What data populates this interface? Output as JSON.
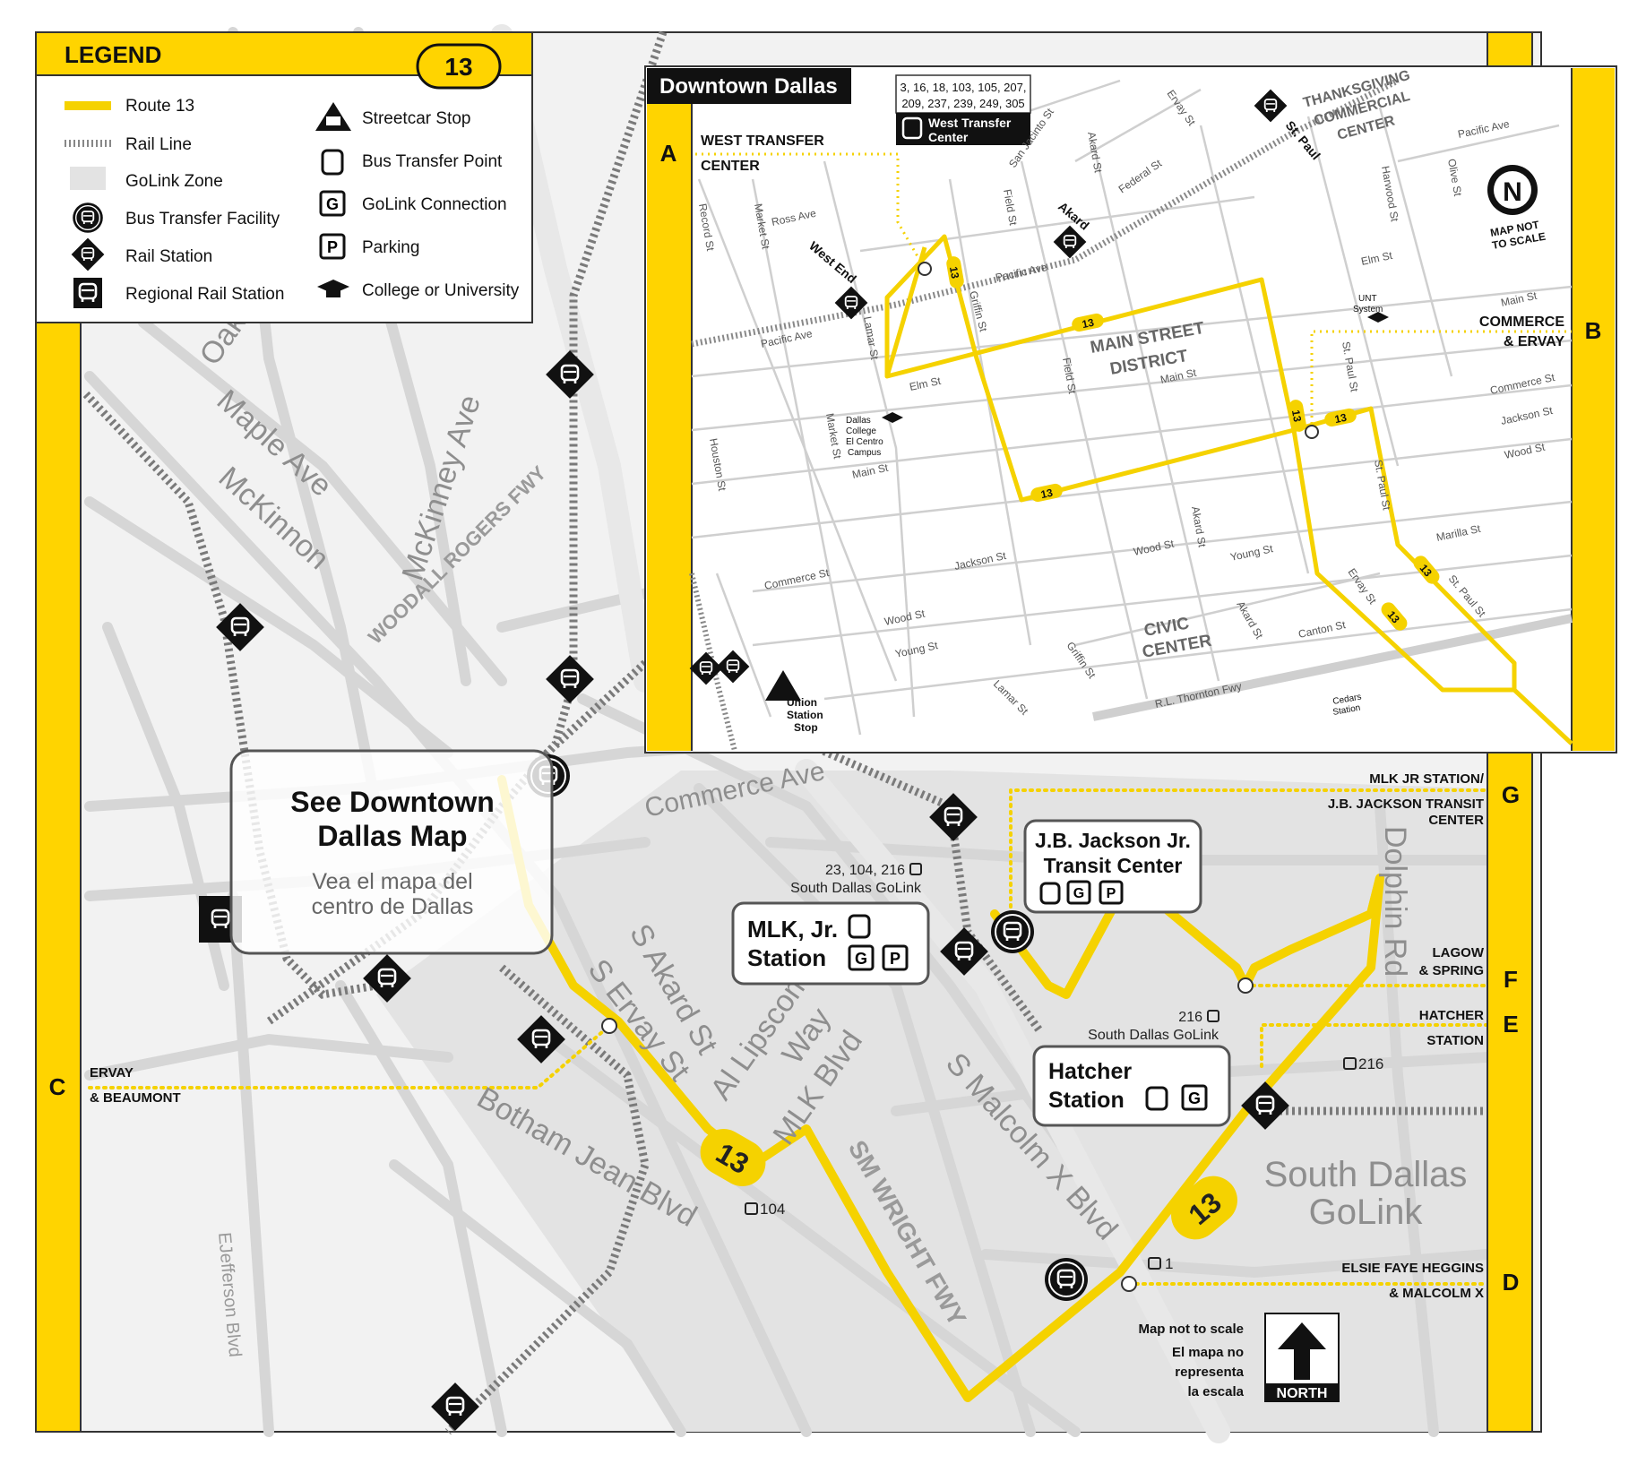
{
  "legend": {
    "title": "LEGEND",
    "route_badge": "13",
    "items_left": [
      {
        "label": "Route 13",
        "icon": "route-line"
      },
      {
        "label": "Rail Line",
        "icon": "rail-line"
      },
      {
        "label": "GoLink Zone",
        "icon": "golink-zone"
      },
      {
        "label": "Bus Transfer Facility",
        "icon": "bus-transfer-facility-icon"
      },
      {
        "label": "Rail Station",
        "icon": "rail-station-icon"
      },
      {
        "label": "Regional Rail Station",
        "icon": "regional-rail-station-icon"
      }
    ],
    "items_right": [
      {
        "label": "Streetcar Stop",
        "icon": "streetcar-stop-icon"
      },
      {
        "label": "Bus Transfer Point",
        "icon": "bus-transfer-point-icon"
      },
      {
        "label": "GoLink Connection",
        "icon": "golink-connection-icon"
      },
      {
        "label": "Parking",
        "icon": "parking-icon"
      },
      {
        "label": "College or University",
        "icon": "graduation-cap-icon"
      }
    ]
  },
  "colors": {
    "route": "#F5D200",
    "edge_band": "#FFD400",
    "golink": "#E5E5E5",
    "streets": "#D4D4D4",
    "rail": "#888888"
  },
  "inset": {
    "title": "Downtown Dallas",
    "routes_box": {
      "line1": "3, 16, 18, 103, 105, 207,",
      "line2": "209, 237, 239, 249, 305",
      "name_line1": "West Transfer",
      "name_line2": "Center"
    },
    "letter_a": "A",
    "letter_b": "B",
    "west_transfer": {
      "line1": "WEST TRANSFER",
      "line2": "CENTER"
    },
    "commerce_ervay": {
      "line1": "COMMERCE",
      "line2": "& ERVAY"
    },
    "not_to_scale": {
      "line1": "MAP NOT",
      "line2": "TO SCALE"
    },
    "north_letter": "N",
    "districts": {
      "main_street_1": "MAIN STREET",
      "main_street_2": "DISTRICT",
      "civic_1": "CIVIC",
      "civic_2": "CENTER",
      "thanksgiving_1": "THANKSGIVING",
      "thanksgiving_2": "COMMERCIAL",
      "thanksgiving_3": "CENTER"
    },
    "stations": {
      "west_end": "West End",
      "akard": "Akard",
      "st_paul": "St. Paul",
      "union_1": "Union",
      "union_2": "Station",
      "union_3": "Stop",
      "unt_1": "UNT",
      "unt_2": "System",
      "cedars_1": "Cedars",
      "cedars_2": "Station",
      "college_1": "Dallas",
      "college_2": "College",
      "college_3": "El Centro",
      "college_4": "Campus"
    },
    "streets": {
      "record": "Record St",
      "market": "Market St",
      "ross": "Ross Ave",
      "lamar": "Lamar St",
      "griffin": "Griffin St",
      "field": "Field St",
      "akard": "Akard St",
      "san_jacinto": "San Jacinto St",
      "federal": "Federal St",
      "ervay": "Ervay St",
      "pacific": "Pacific Ave",
      "elm": "Elm St",
      "main": "Main St",
      "commerce": "Commerce St",
      "jackson": "Jackson St",
      "wood": "Wood St",
      "young": "Young St",
      "houston": "Houston St",
      "harwood": "Harwood St",
      "olive": "Olive St",
      "st_paul": "St. Paul St",
      "marilla": "Marilla St",
      "canton": "Canton St",
      "rl_thornton": "R.L. Thornton Fwy"
    },
    "route_label": "13"
  },
  "main": {
    "streets": {
      "oak": "Oak",
      "maple": "Maple Ave",
      "mckinnon": "McKinnon",
      "mckinney": "McKinney Ave",
      "woodall": "WOODALL ROGERS FWY",
      "commerce_ave": "Commerce Ave",
      "s_akard": "S Akard St",
      "s_ervay": "S Ervay St",
      "al_lipscomb_1": "Al Lipscomb",
      "al_lipscomb_2": "Way",
      "mlk_blvd": "MLK Blvd",
      "sm_wright": "SM WRIGHT FWY",
      "botham_jean": "Botham Jean Blvd",
      "s_malcolm_x": "S Malcolm X Blvd",
      "dolphin": "Dolphin Rd",
      "e_jefferson": "EJefferson Blvd"
    },
    "see_downtown": {
      "line1": "See Downtown",
      "line2": "Dallas Map",
      "line3": "Vea el mapa del",
      "line4": "centro de Dallas"
    },
    "mlk_station": {
      "routes": "23, 104, 216",
      "golink": "South Dallas GoLink",
      "name1": "MLK, Jr.",
      "name2": "Station"
    },
    "jb_jackson": {
      "name1": "J.B. Jackson Jr.",
      "name2": "Transit Center"
    },
    "hatcher": {
      "routes": "216",
      "golink": "South Dallas GoLink",
      "name1": "Hatcher",
      "name2": "Station"
    },
    "south_dallas_golink": {
      "line1": "South Dallas",
      "line2": "GoLink"
    },
    "route_labels": {
      "r1": "13",
      "r2": "13"
    },
    "bus_labels": {
      "b104": "104",
      "b216": "216",
      "b1": "1"
    },
    "timepoints": {
      "c": {
        "letter": "C",
        "line1": "ERVAY",
        "line2": "& BEAUMONT"
      },
      "d": {
        "letter": "D",
        "line1": "ELSIE FAYE HEGGINS",
        "line2": "& MALCOLM X"
      },
      "e": {
        "letter": "E",
        "line1": "HATCHER",
        "line2": "STATION"
      },
      "f": {
        "letter": "F",
        "line1": "LAGOW",
        "line2": "& SPRING"
      },
      "g": {
        "letter": "G",
        "line1": "MLK JR STATION/",
        "line2": "J.B. JACKSON TRANSIT",
        "line3": "CENTER"
      }
    },
    "scale_note": {
      "line1": "Map not to scale",
      "line2": "El mapa no",
      "line3": "representa",
      "line4": "la escala"
    },
    "north_label": "NORTH"
  }
}
